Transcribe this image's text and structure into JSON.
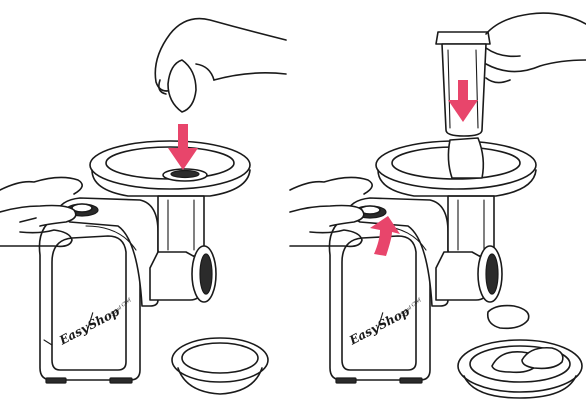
{
  "figure": {
    "panels": [
      {
        "step": "insert-food",
        "arrow": "press-down"
      },
      {
        "step": "push-and-start",
        "arrow": "press-down-and-rotate-switch"
      }
    ]
  },
  "brand": {
    "logo_part1": "Easy",
    "logo_part2": "Shop",
    "model_mark": "Salad Chef"
  },
  "colors": {
    "arrow": "#e8456b",
    "outline": "#1a1a1a",
    "background": "#ffffff"
  }
}
